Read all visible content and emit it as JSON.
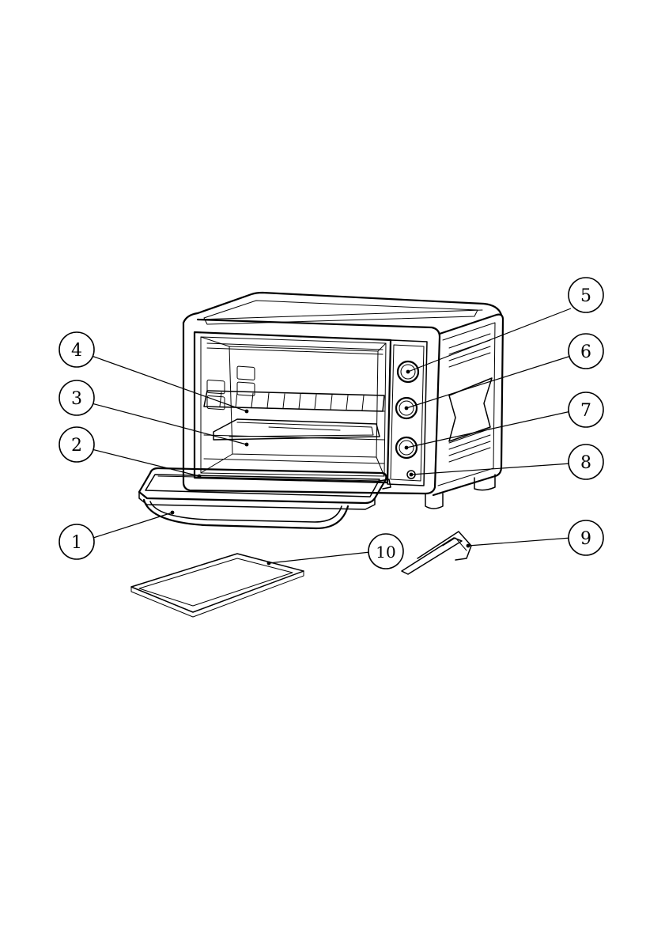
{
  "callouts": [
    {
      "id": "c1",
      "label": "1"
    },
    {
      "id": "c2",
      "label": "2"
    },
    {
      "id": "c3",
      "label": "3"
    },
    {
      "id": "c4",
      "label": "4"
    },
    {
      "id": "c5",
      "label": "5"
    },
    {
      "id": "c6",
      "label": "6"
    },
    {
      "id": "c7",
      "label": "7"
    },
    {
      "id": "c8",
      "label": "8"
    },
    {
      "id": "c9",
      "label": "9"
    },
    {
      "id": "c10",
      "label": "10"
    }
  ]
}
